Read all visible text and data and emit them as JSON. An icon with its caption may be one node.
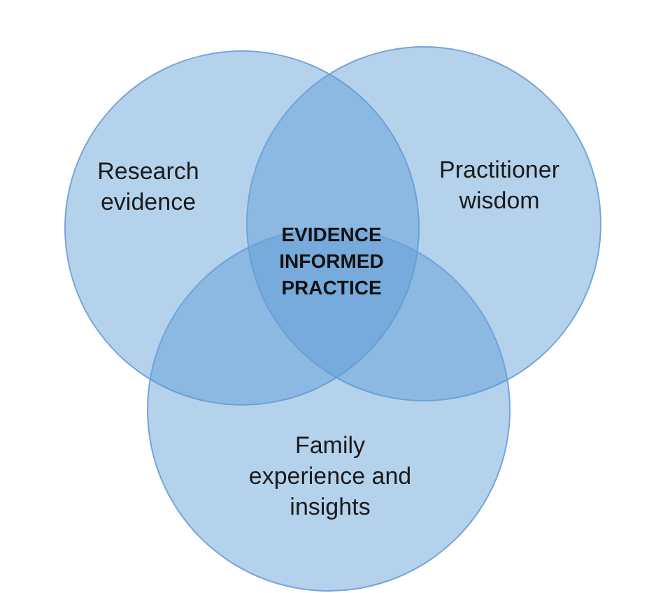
{
  "diagram": {
    "nodes": [
      {
        "text": [
          "Research evidence"
        ]
      },
      {
        "text": [
          "Practitioner wisdom"
        ]
      },
      {
        "text": [
          "Family experience and insights"
        ]
      }
    ],
    "labels": [
      "EVIDENCE INFORMED PRACTICE"
    ]
  }
}
